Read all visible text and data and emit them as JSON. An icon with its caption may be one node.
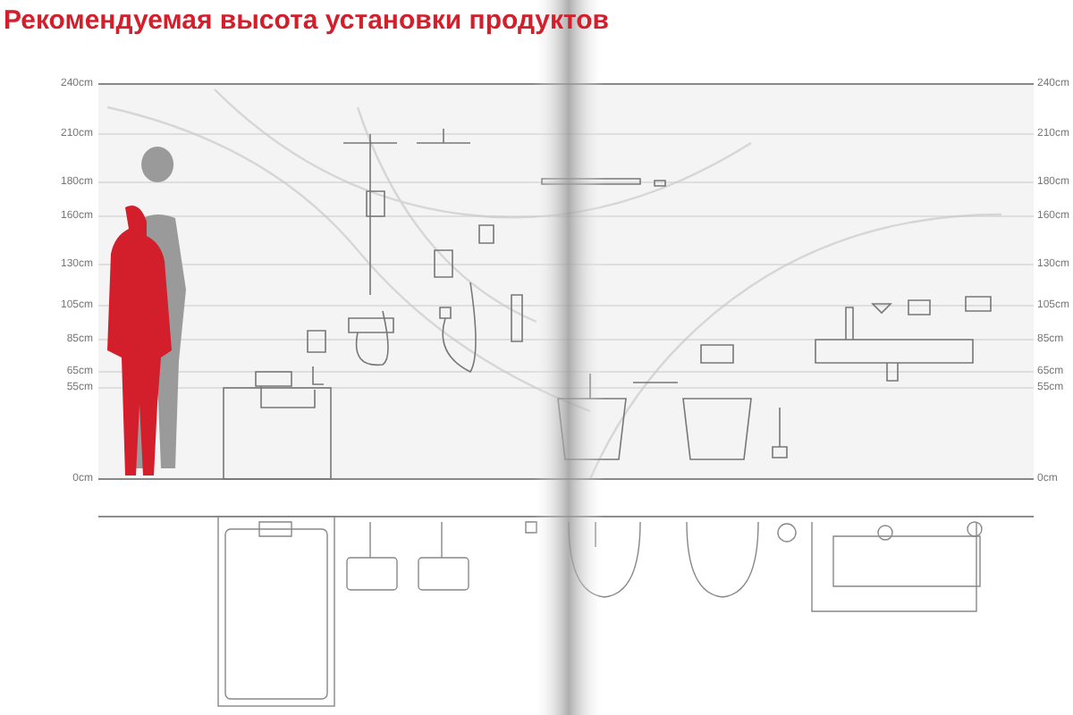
{
  "diagram": {
    "title": "Рекомендуемая высота установки продуктов",
    "labels": [
      "240cm",
      "240cm",
      "210cm",
      "210cm",
      "180cm",
      "180cm",
      "160cm",
      "160cm",
      "130cm",
      "130cm",
      "105cm",
      "105cm",
      "85cm",
      "85cm",
      "65cm",
      "65cm",
      "55cm",
      "55cm",
      "0cm",
      "0cm"
    ]
  }
}
